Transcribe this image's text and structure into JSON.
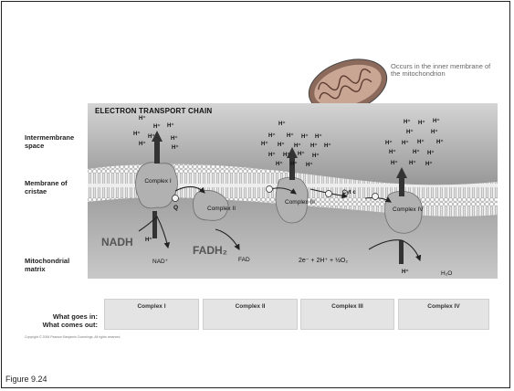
{
  "diagram": {
    "title": "ELECTRON TRANSPORT CHAIN",
    "mito_caption": "Occurs in the inner membrane of the mitochondrion",
    "regions": {
      "intermembrane": "Intermembrane space",
      "membrane": "Membrane of cristae",
      "matrix": "Mitochondrial matrix"
    },
    "complexes": {
      "c1": "Complex I",
      "c2": "Complex II",
      "c3": "Complex III",
      "c4": "Complex IV"
    },
    "molecules": {
      "nadh": "NADH",
      "nad": "NAD⁺",
      "fadh2": "FADH₂",
      "fad": "FAD",
      "cytc": "Cyt c",
      "q": "Q",
      "equation": "2e⁻ + 2H⁺ + ½O₂",
      "water": "H₂O",
      "hplus": "H⁺"
    },
    "table": {
      "goes_in": "What goes in:",
      "comes_out": "What comes out:",
      "columns": [
        "Complex I",
        "Complex II",
        "Complex III",
        "Complex IV"
      ]
    },
    "copyright": "Copyright © 2006 Pearson Benjamin Cummings. All rights reserved.",
    "figure_label": "Figure 9.24"
  },
  "colors": {
    "panel_light": "#d2d2d2",
    "panel_dark": "#8e8e8e",
    "membrane": "#f2f2f2",
    "complex": "#aaaaaa"
  }
}
